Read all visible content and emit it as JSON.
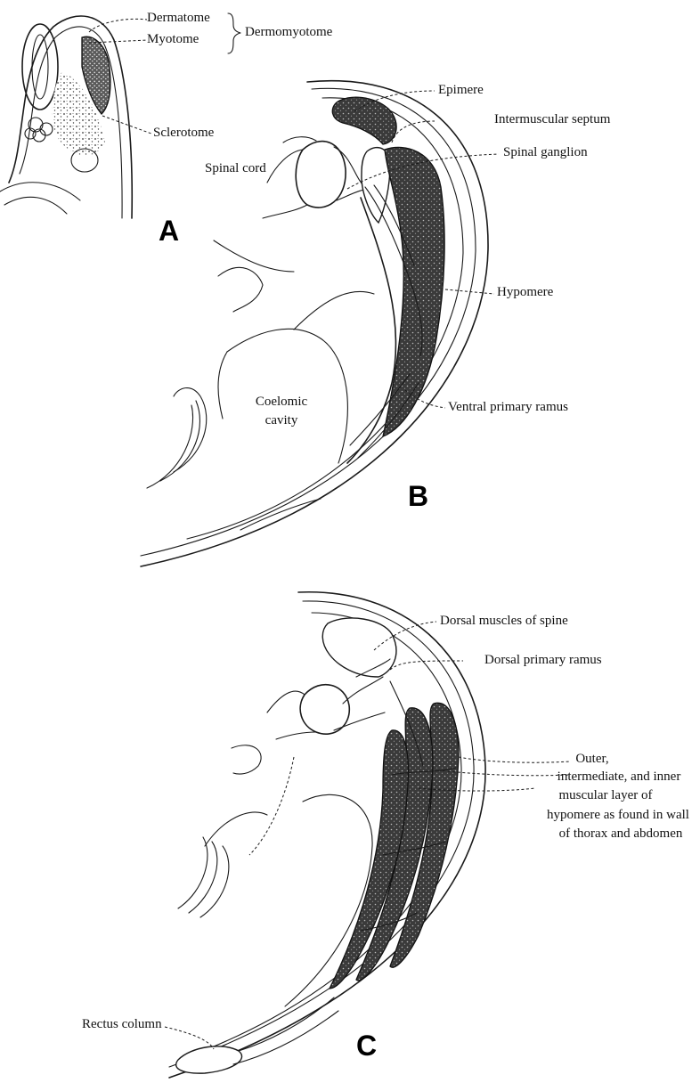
{
  "panels": {
    "a": {
      "letter": "A",
      "labels": {
        "dermatome": "Dermatome",
        "myotome": "Myotome",
        "dermomyotome": "Dermomyotome",
        "sclerotome": "Sclerotome"
      }
    },
    "b": {
      "letter": "B",
      "labels": {
        "epimere": "Epimere",
        "intermuscular_septum": "Intermuscular septum",
        "spinal_ganglion": "Spinal ganglion",
        "spinal_cord": "Spinal cord",
        "hypomere": "Hypomere",
        "coelomic_cavity_line1": "Coelomic",
        "coelomic_cavity_line2": "cavity",
        "ventral_primary_ramus": "Ventral primary ramus"
      }
    },
    "c": {
      "letter": "C",
      "labels": {
        "dorsal_muscles_of_spine": "Dorsal muscles of spine",
        "dorsal_primary_ramus": "Dorsal primary ramus",
        "muscular_layers_line1": "Outer,",
        "muscular_layers_line2": "intermediate, and inner",
        "muscular_layers_line3": "muscular layer of",
        "muscular_layers_line4": "hypomere as found in wall",
        "muscular_layers_line5": "of thorax and abdomen",
        "rectus_column": "Rectus column"
      }
    }
  }
}
